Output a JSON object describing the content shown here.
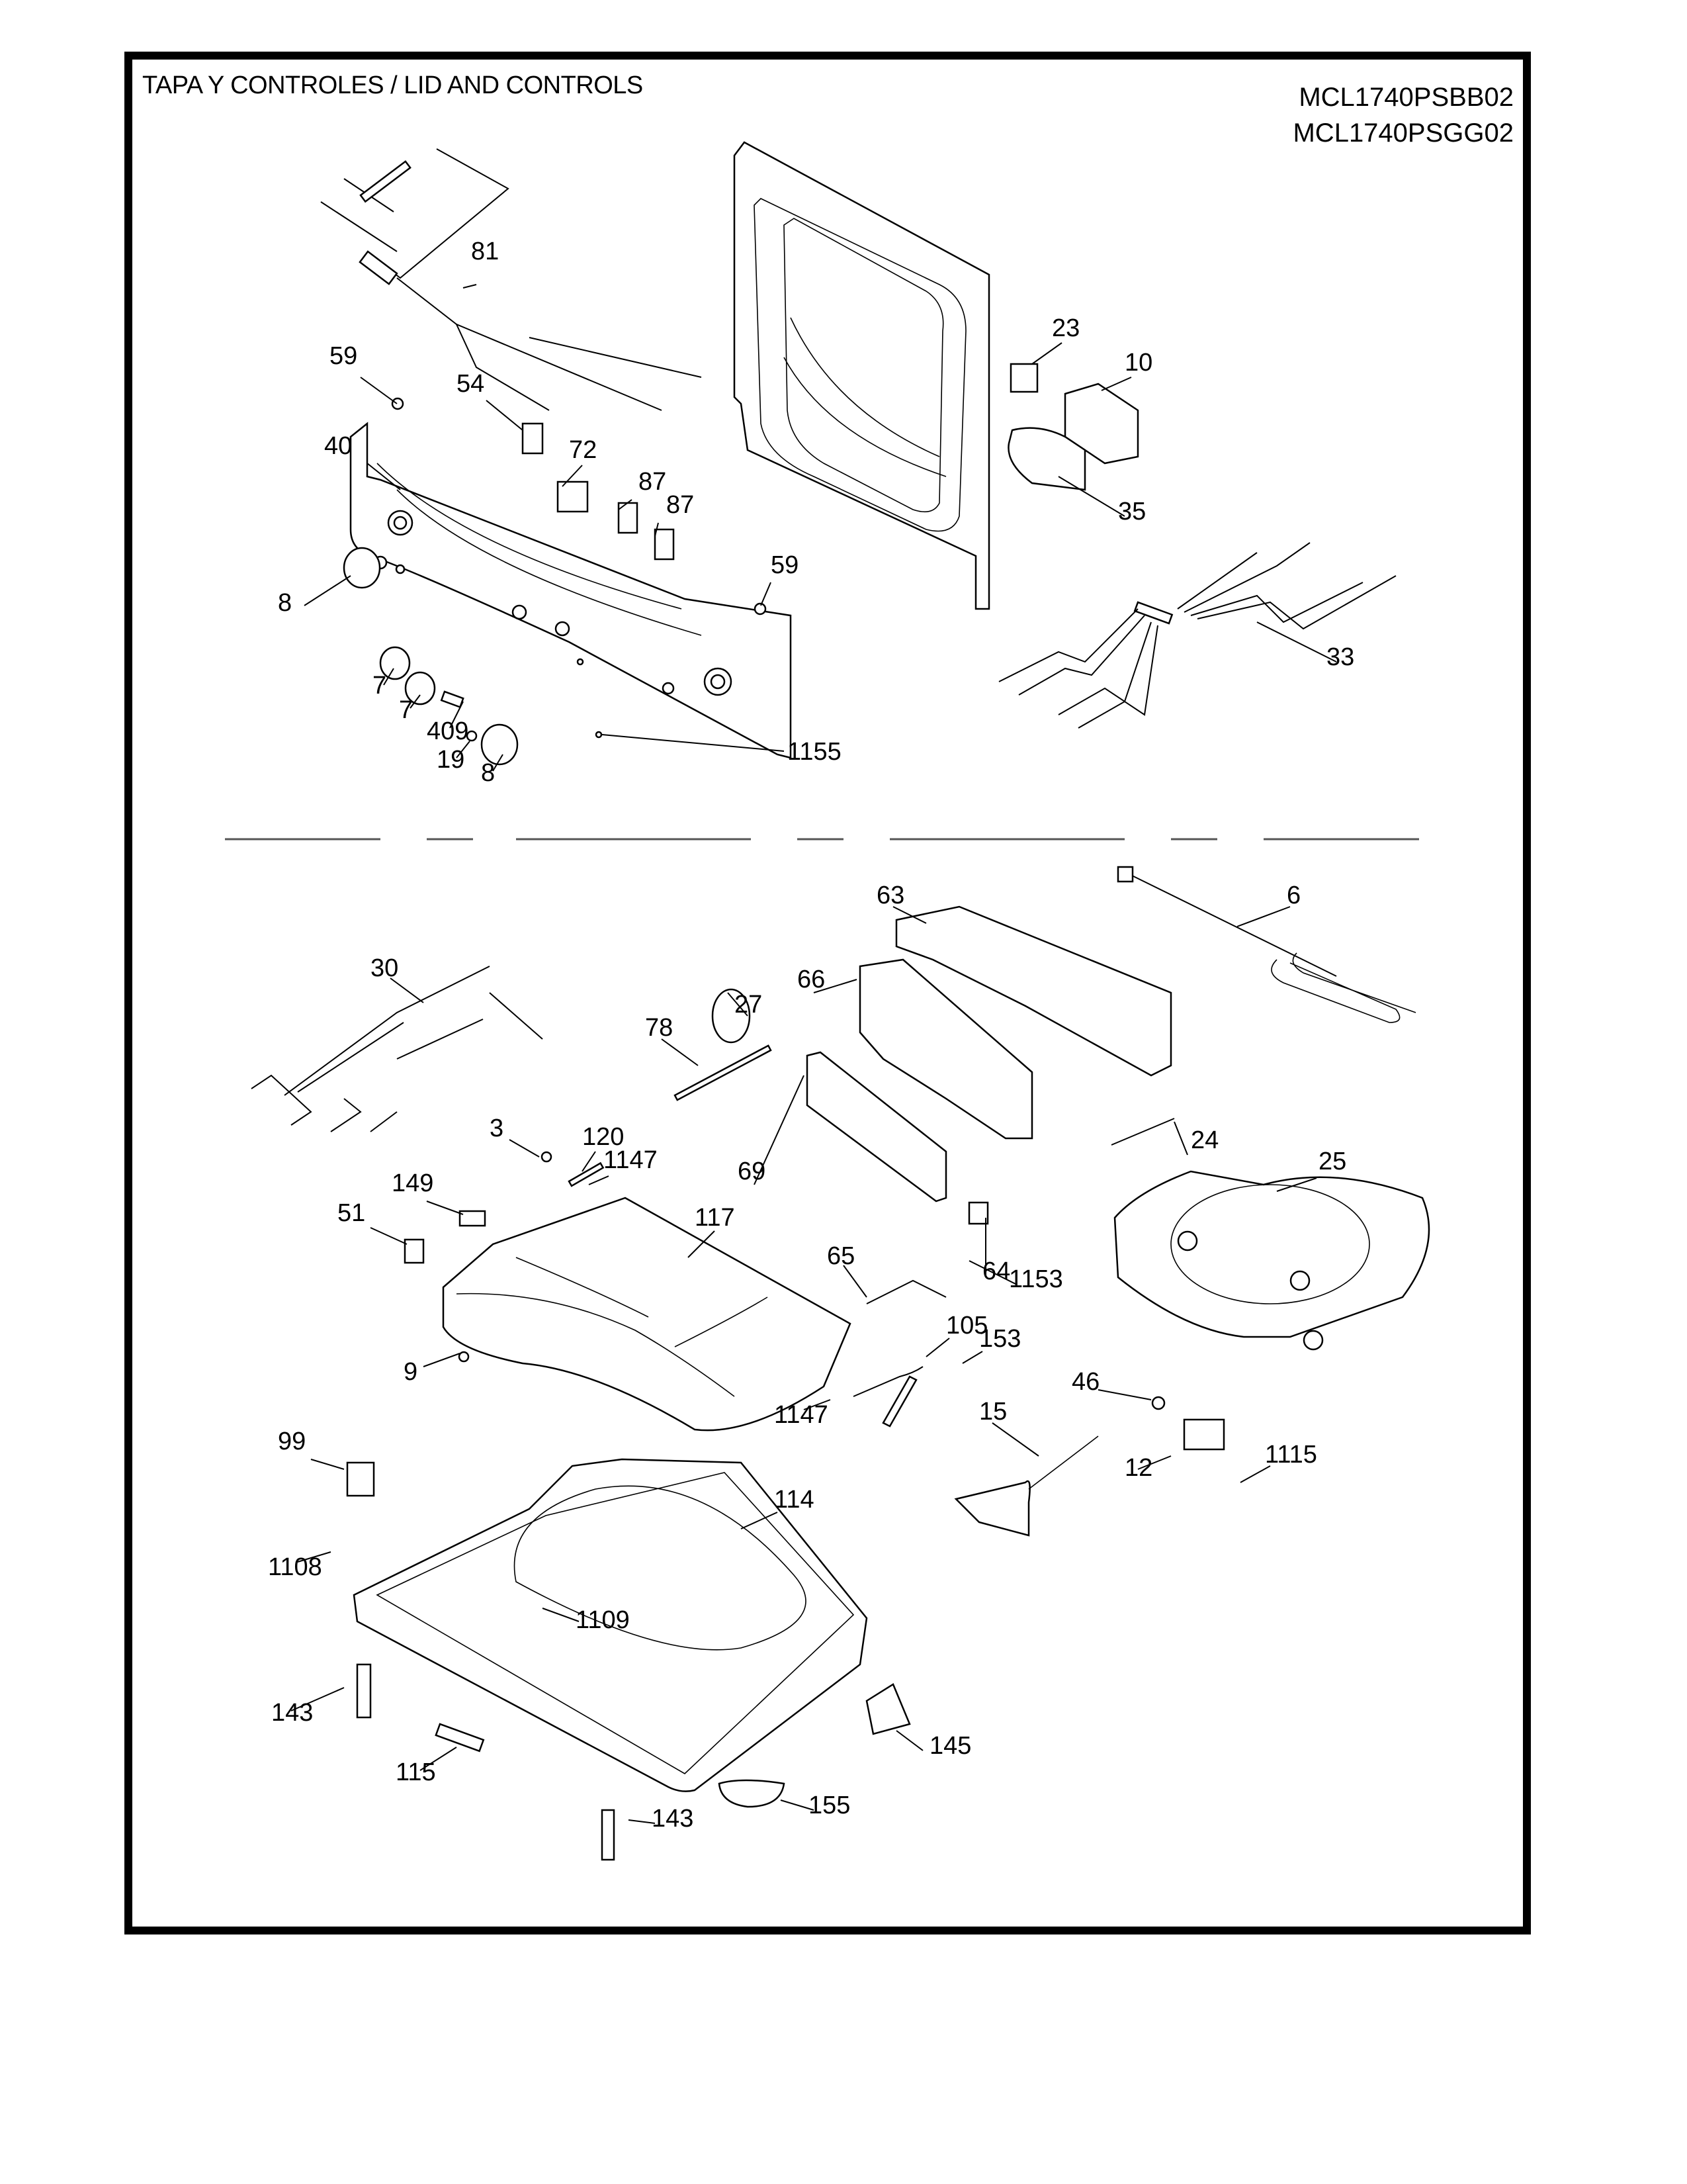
{
  "page": {
    "title": "TAPA Y  CONTROLES / LID AND CONTROLS",
    "models": [
      "MCL1740PSBB02",
      "MCL1740PSGG02"
    ]
  },
  "callouts": {
    "upper": [
      {
        "id": "81",
        "part": "wire-harness-upper"
      },
      {
        "id": "59",
        "part": "plug-button-left"
      },
      {
        "id": "54",
        "part": "switch"
      },
      {
        "id": "40",
        "part": "control-panel"
      },
      {
        "id": "72",
        "part": "switch-block"
      },
      {
        "id": "87",
        "part": "selector-switch-a"
      },
      {
        "id": "87",
        "part": "selector-switch-b"
      },
      {
        "id": "8",
        "part": "knob-left"
      },
      {
        "id": "59",
        "part": "plug-button-right"
      },
      {
        "id": "7",
        "part": "knob-a"
      },
      {
        "id": "7",
        "part": "knob-b"
      },
      {
        "id": "409",
        "part": "badge"
      },
      {
        "id": "19",
        "part": "button"
      },
      {
        "id": "8",
        "part": "knob-right"
      },
      {
        "id": "1155",
        "part": "screw"
      },
      {
        "id": "23",
        "part": "switch-small"
      },
      {
        "id": "10",
        "part": "timer"
      },
      {
        "id": "35",
        "part": "timer-bracket"
      },
      {
        "id": "33",
        "part": "wire-harness-right"
      }
    ],
    "lower": [
      {
        "id": "30",
        "part": "wire-harness-lower"
      },
      {
        "id": "78",
        "part": "cable"
      },
      {
        "id": "27",
        "part": "pressure-switch"
      },
      {
        "id": "66",
        "part": "board-bracket"
      },
      {
        "id": "63",
        "part": "control-box"
      },
      {
        "id": "6",
        "part": "power-cord"
      },
      {
        "id": "3",
        "part": "bumper"
      },
      {
        "id": "120",
        "part": "hinge-rod"
      },
      {
        "id": "1147",
        "part": "screw-upper"
      },
      {
        "id": "69",
        "part": "control-board"
      },
      {
        "id": "24",
        "part": "connector-harness"
      },
      {
        "id": "25",
        "part": "hose-kit"
      },
      {
        "id": "149",
        "part": "lid-handle"
      },
      {
        "id": "51",
        "part": "lid-switch-actuator"
      },
      {
        "id": "117",
        "part": "lid"
      },
      {
        "id": "64",
        "part": "capacitor"
      },
      {
        "id": "1153",
        "part": "screw-capacitor"
      },
      {
        "id": "65",
        "part": "harness-small"
      },
      {
        "id": "105",
        "part": "hinge-rod-right"
      },
      {
        "id": "153",
        "part": "spring"
      },
      {
        "id": "9",
        "part": "lid-bumper"
      },
      {
        "id": "1147",
        "part": "screw-lower"
      },
      {
        "id": "46",
        "part": "clamp"
      },
      {
        "id": "15",
        "part": "fill-hose"
      },
      {
        "id": "12",
        "part": "inlet-valve"
      },
      {
        "id": "1115",
        "part": "screw-valve"
      },
      {
        "id": "99",
        "part": "lid-lock"
      },
      {
        "id": "114",
        "part": "top-cover"
      },
      {
        "id": "1108",
        "part": "screw-lock"
      },
      {
        "id": "1109",
        "part": "screw-top"
      },
      {
        "id": "143",
        "part": "hinge-bracket-left"
      },
      {
        "id": "115",
        "part": "trim-piece"
      },
      {
        "id": "145",
        "part": "bracket-right"
      },
      {
        "id": "155",
        "part": "bleach-cap"
      },
      {
        "id": "143",
        "part": "hinge-bracket-bottom"
      }
    ]
  }
}
